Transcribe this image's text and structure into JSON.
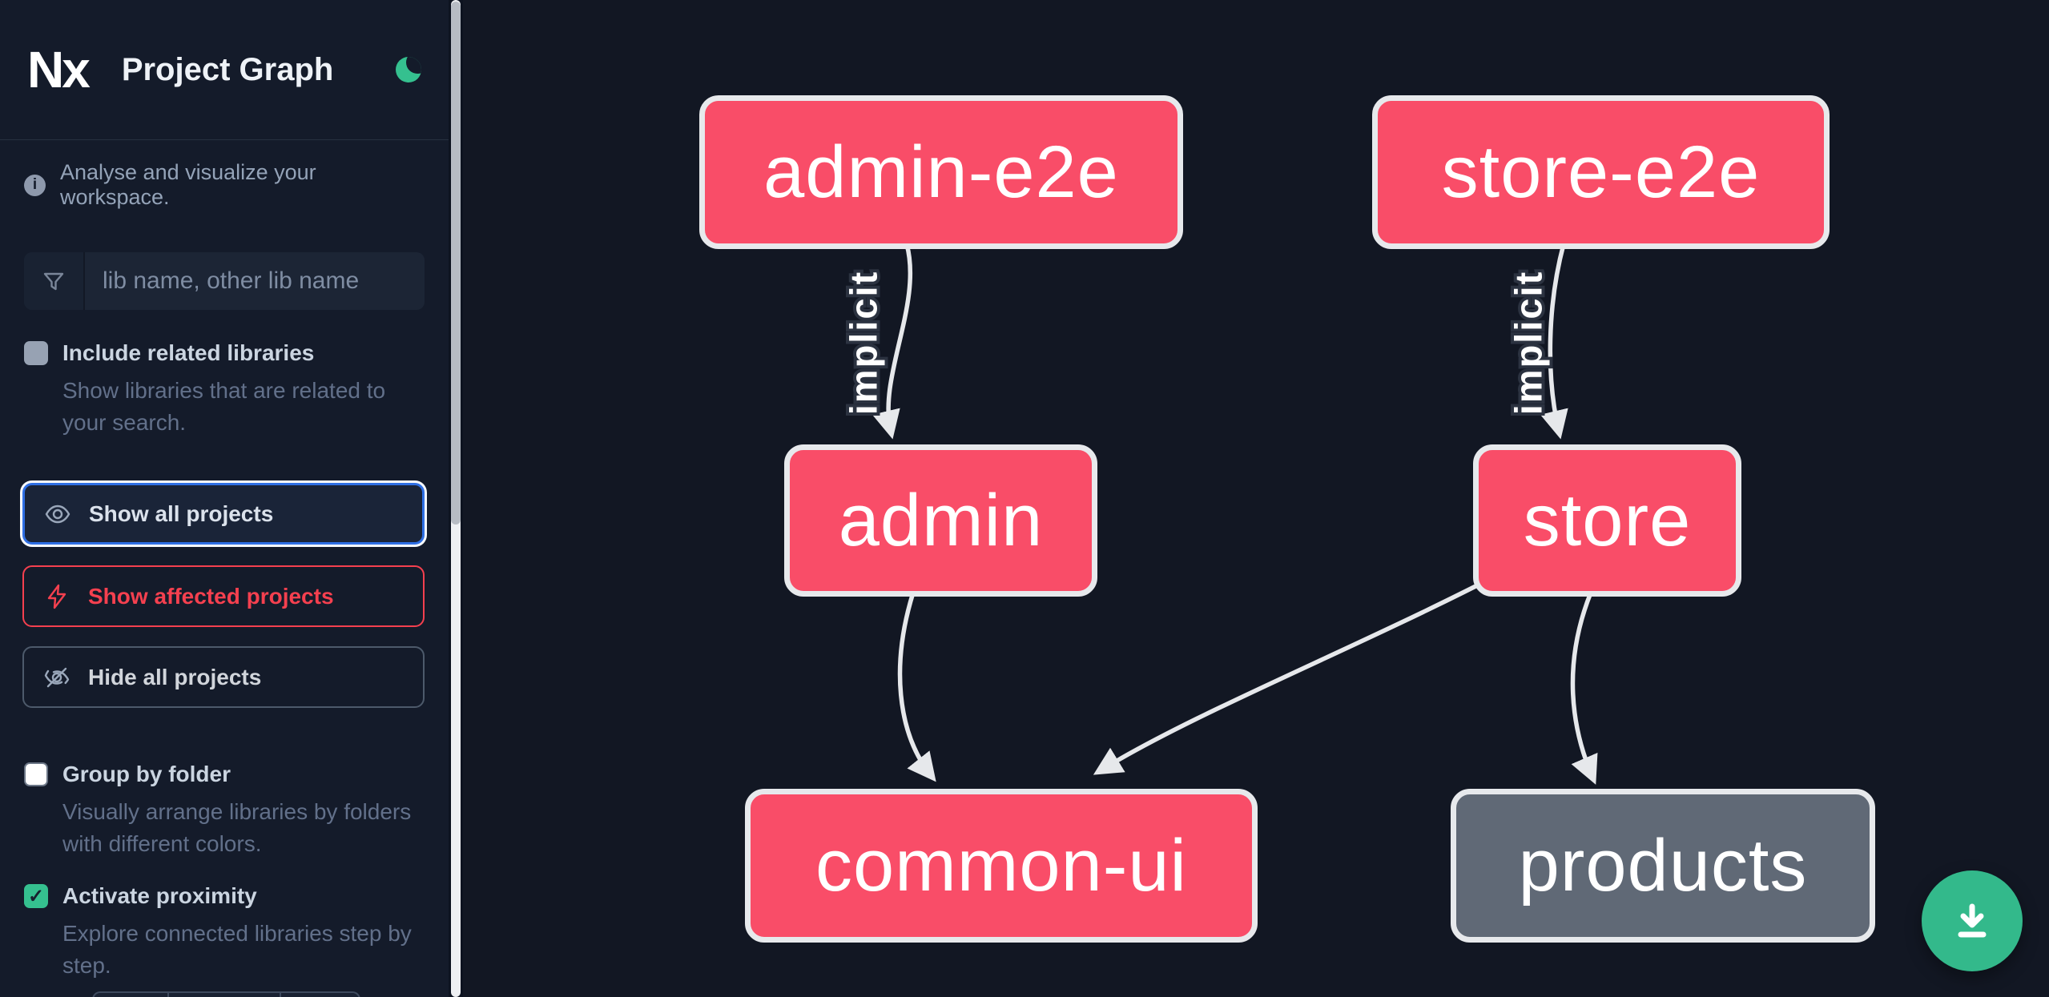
{
  "app": {
    "logo": "Nx",
    "title": "Project Graph"
  },
  "sidebar": {
    "tagline": "Analyse and visualize your workspace.",
    "search": {
      "placeholder": "lib name, other lib name",
      "value": ""
    },
    "include_related": {
      "label": "Include related libraries",
      "description": "Show libraries that are related to your search.",
      "checked": false
    },
    "actions": {
      "show_all": {
        "label": "Show all projects"
      },
      "show_affected": {
        "label": "Show affected projects"
      },
      "hide_all": {
        "label": "Hide all projects"
      }
    },
    "group_by_folder": {
      "label": "Group by folder",
      "description": "Visually arrange libraries by folders with different colors.",
      "checked": false
    },
    "activate_proximity": {
      "label": "Activate proximity",
      "description": "Explore connected libraries step by step.",
      "checked": true
    }
  },
  "graph": {
    "nodes": [
      {
        "id": "admin-e2e",
        "label": "admin-e2e",
        "style": "accent"
      },
      {
        "id": "store-e2e",
        "label": "store-e2e",
        "style": "accent"
      },
      {
        "id": "admin",
        "label": "admin",
        "style": "accent"
      },
      {
        "id": "store",
        "label": "store",
        "style": "accent"
      },
      {
        "id": "common-ui",
        "label": "common-ui",
        "style": "accent"
      },
      {
        "id": "products",
        "label": "products",
        "style": "muted"
      }
    ],
    "edges": [
      {
        "source": "admin-e2e",
        "target": "admin",
        "label": "implicit"
      },
      {
        "source": "store-e2e",
        "target": "store",
        "label": "implicit"
      },
      {
        "source": "admin",
        "target": "common-ui",
        "label": ""
      },
      {
        "source": "store",
        "target": "common-ui",
        "label": ""
      },
      {
        "source": "store",
        "target": "products",
        "label": ""
      }
    ]
  },
  "fab": {
    "icon": "download"
  },
  "colors": {
    "node_accent": "#f94d68",
    "node_muted": "#606976",
    "node_border": "#e7e9ec",
    "edge": "#e6e8eb",
    "fab": "#33b98b",
    "focus_ring_blue": "#2f6fe4",
    "affected_red": "#f5404f",
    "moon_green": "#35c08f",
    "sidebar_bg": "#141b2a",
    "canvas_bg": "#121723"
  }
}
